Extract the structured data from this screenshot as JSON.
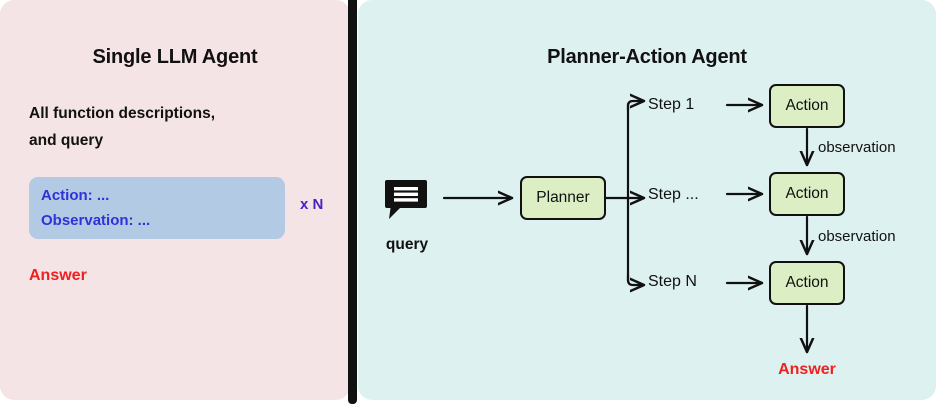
{
  "figure": {
    "background": "#ffffff",
    "divider_color": "#111111"
  },
  "left_panel": {
    "title": "Single LLM Agent",
    "background": "#f5e4e5",
    "description": "All function descriptions,\nand query",
    "loop_box": {
      "background": "#b3cae5",
      "text_color": "#3131d8",
      "line_1": "Action: ...",
      "line_2": "Observation: ..."
    },
    "repeat_label": "x N",
    "repeat_color": "#4a22c4",
    "answer": "Answer",
    "answer_color": "#ee2020"
  },
  "right_panel": {
    "title": "Planner-Action Agent",
    "background": "#ddf1f0",
    "query": {
      "icon": "message-bubble-icon",
      "label": "query"
    },
    "planner": {
      "label": "Planner",
      "fill": "#dbeec4",
      "stroke": "#111111"
    },
    "steps": [
      {
        "label": "Step 1"
      },
      {
        "label": "Step ..."
      },
      {
        "label": "Step N"
      }
    ],
    "actions": [
      {
        "label": "Action"
      },
      {
        "label": "Action"
      },
      {
        "label": "Action"
      }
    ],
    "observations": [
      {
        "label": "observation"
      },
      {
        "label": "observation"
      }
    ],
    "answer": "Answer",
    "answer_color": "#ee2020"
  }
}
